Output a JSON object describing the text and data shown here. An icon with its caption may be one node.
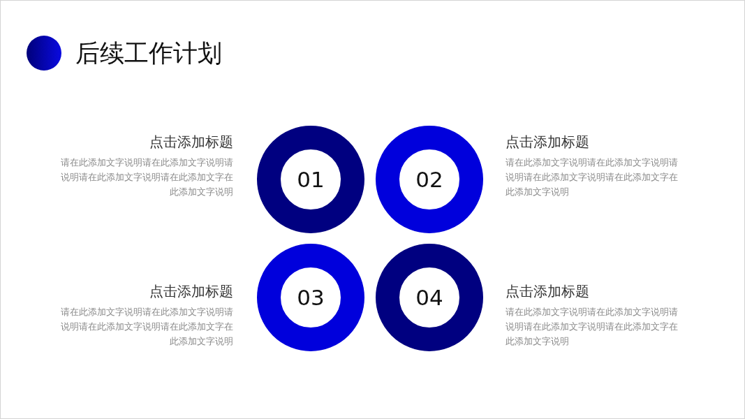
{
  "diagram": {
    "title": "后续工作计划",
    "nodes": [
      {
        "text": [
          "01"
        ],
        "beside": [
          "点击添加标题",
          "请在此添加文字说明请在此添加文字说明请说明请在此添加文字说明请在此添加文字在此添加文字说明"
        ]
      },
      {
        "text": [
          "02"
        ],
        "beside": [
          "点击添加标题",
          "请在此添加文字说明请在此添加文字说明请说明请在此添加文字说明请在此添加文字在此添加文字说明"
        ]
      },
      {
        "text": [
          "03"
        ],
        "beside": [
          "点击添加标题",
          "请在此添加文字说明请在此添加文字说明请说明请在此添加文字说明请在此添加文字在此添加文字说明"
        ]
      },
      {
        "text": [
          "04"
        ],
        "beside": [
          "点击添加标题",
          "请在此添加文字说明请在此添加文字说明请说明请在此添加文字说明请在此添加文字在此添加文字说明"
        ]
      }
    ]
  }
}
